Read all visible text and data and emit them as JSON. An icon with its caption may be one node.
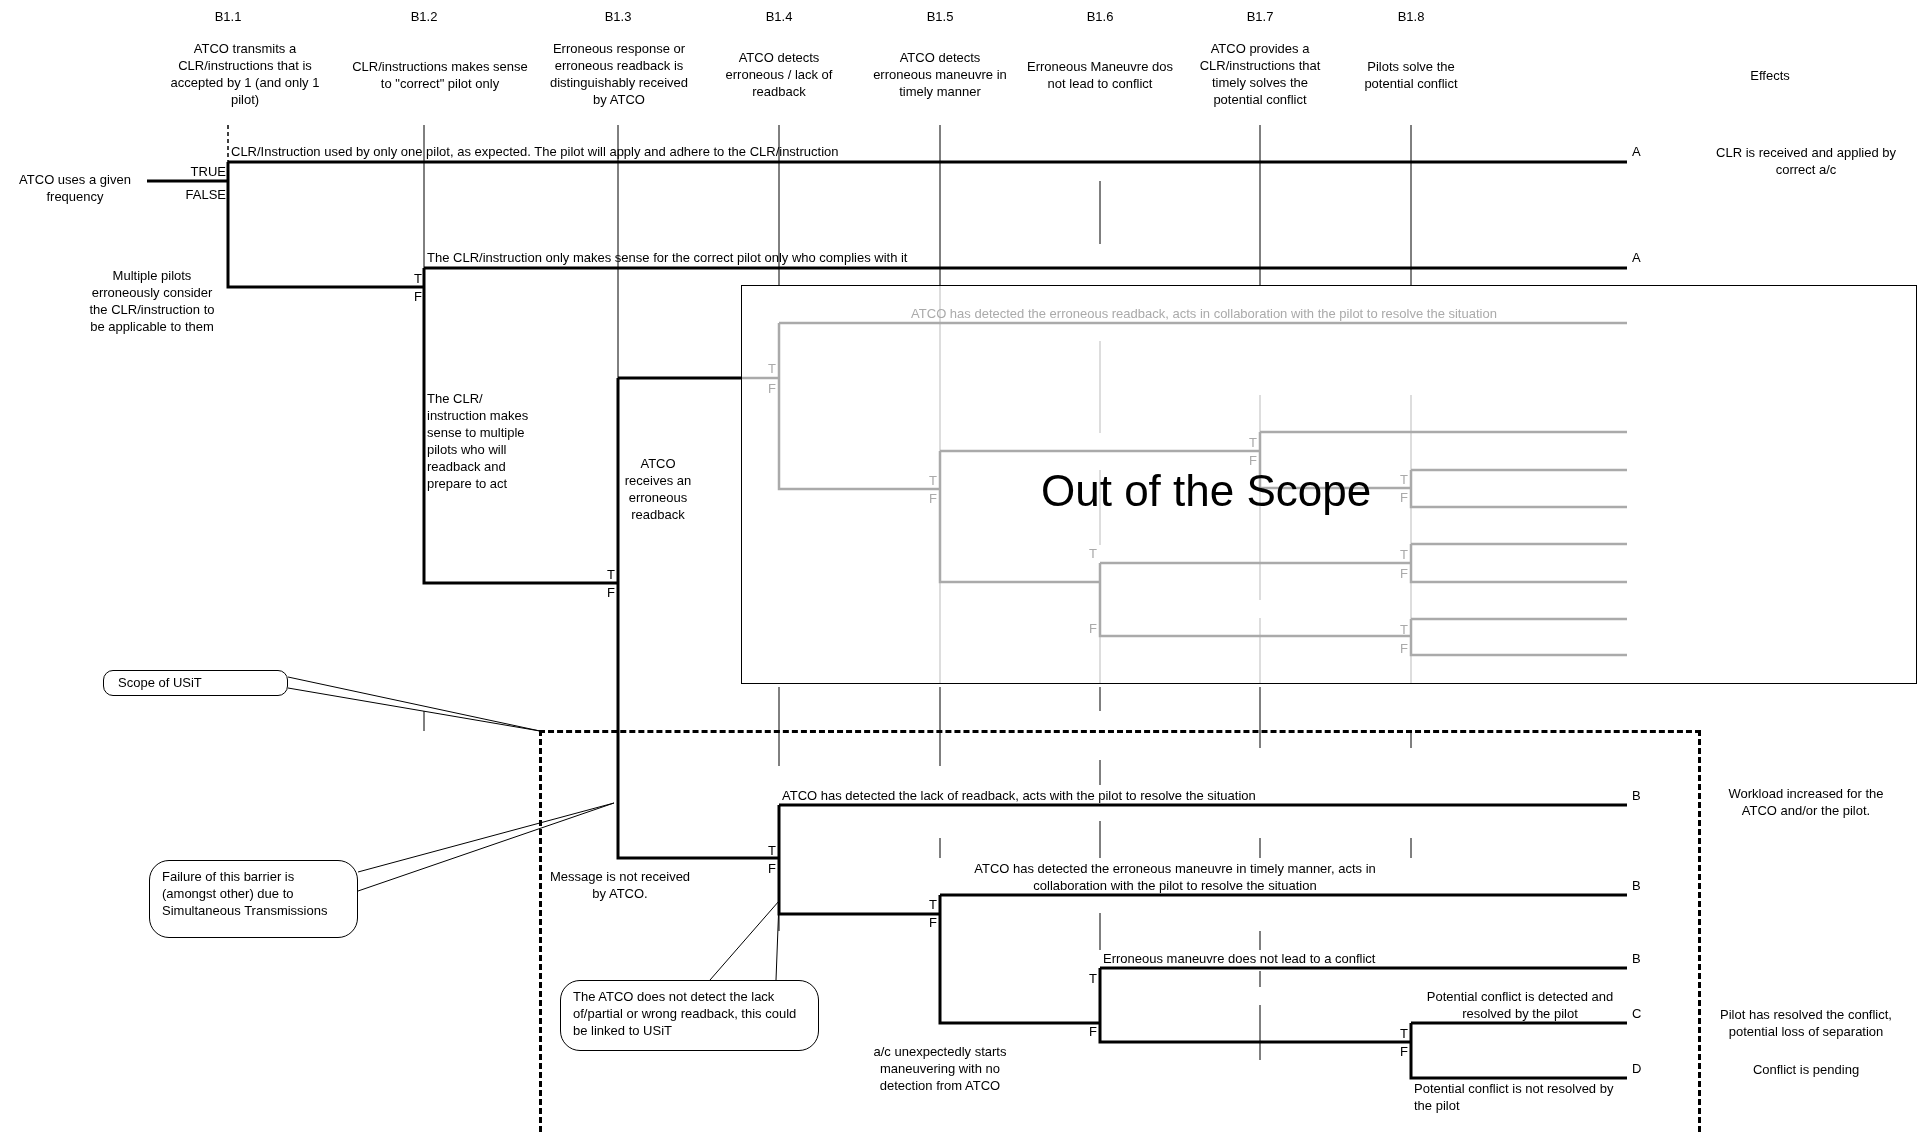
{
  "diagram": {
    "nodes": [
      {
        "text": [
          "Out of the Scope"
        ]
      },
      {
        "text": [
          "Scope of USiT"
        ]
      },
      {
        "text": [],
        "shape": "box"
      },
      {
        "text": [
          "Failure of this barrier is (amongst other) due to Simultaneous Transmissions"
        ]
      },
      {
        "text": [
          "The ATCO does not detect the lack of/partial or wrong readback, this could be linked to USiT"
        ],
        "in": 2
      }
    ],
    "edges": [
      {
        "from": 1,
        "to": 2,
        "arrow": "none"
      },
      {
        "from": 3,
        "to": null,
        "arrow": "none"
      },
      {
        "from": 4,
        "to": null,
        "arrow": "none"
      },
      {
        "from": null,
        "to": 0,
        "arrow": "none"
      }
    ],
    "labels": [
      "B1.1",
      "B1.2",
      "B1.3",
      "B1.4",
      "B1.5",
      "B1.6",
      "B1.7",
      "B1.8",
      "ATCO transmits a CLR/instructions that is accepted by 1 (and only 1 pilot)",
      "CLR/instructions makes sense to \"correct\" pilot only",
      "Erroneous response or erroneous readback is distinguishably received by ATCO",
      "ATCO detects erroneous / lack of readback",
      "ATCO detects erroneous maneuvre in timely manner",
      "Erroneous Maneuvre dos not lead to conflict",
      "ATCO provides a CLR/instructions that timely solves the potential conflict",
      "Pilots solve the potential conflict",
      "Effects",
      "CLR/Instruction used by only one pilot, as expected. The pilot will apply and adhere to the CLR/instruction",
      "A",
      "CLR is received and applied by correct a/c",
      "ATCO uses a given frequency",
      "TRUE",
      "FALSE",
      "The CLR/instruction only makes sense for the correct pilot only who complies with it",
      "A",
      "Multiple pilots erroneously consider the CLR/instruction to be applicable to them",
      "T",
      "F",
      "ATCO has detected the erroneous readback, acts in collaboration with the pilot to resolve the situation",
      "T",
      "F",
      "The CLR/ instruction makes sense to multiple pilots who will readback and prepare to act",
      "T",
      "F",
      "ATCO receives an erroneous readback",
      "T",
      "T",
      "F",
      "F",
      "T",
      "T",
      "T",
      "F",
      "F",
      "F",
      "T",
      "F",
      "ATCO has detected the lack of readback, acts with the pilot to resolve the situation",
      "B",
      "Workload increased for the ATCO and/or the pilot.",
      "T",
      "F",
      "Message is not received by ATCO.",
      "ATCO has detected the erroneous maneuvre in timely manner, acts in collaboration with the pilot to resolve the situation",
      "B",
      "T",
      "F",
      "Erroneous maneuvre does not lead to a conflict",
      "B",
      "T",
      "Potential conflict is detected and resolved by the pilot",
      "C",
      "Pilot has resolved the conflict, potential loss of separation",
      "F",
      "T",
      "a/c unexpectedly starts maneuvering with no detection from ATCO",
      "F",
      "D",
      "Conflict is pending",
      "Potential conflict is not resolved by the pilot"
    ]
  }
}
